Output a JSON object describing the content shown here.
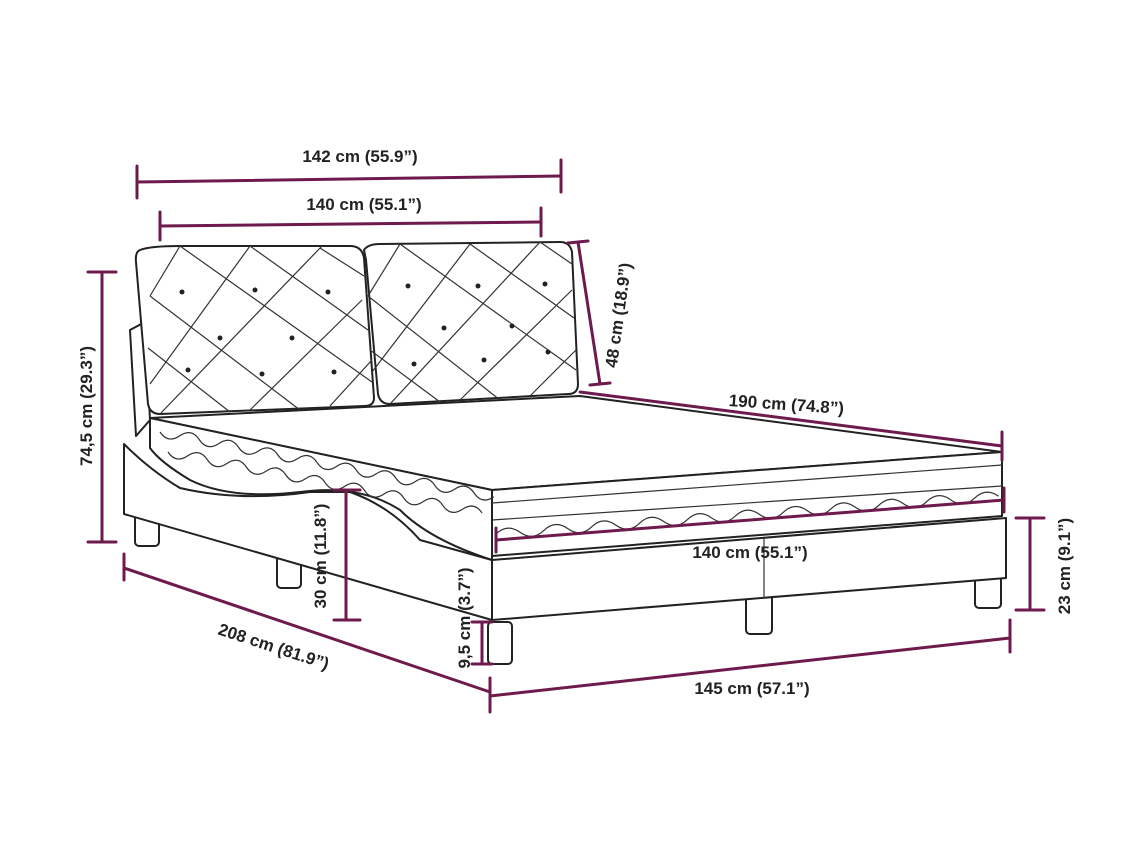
{
  "colors": {
    "dimension_line": "#6e1a4d",
    "outline": "#222222",
    "background": "#ffffff"
  },
  "labels": {
    "overall_width": "142 cm (55.9”)",
    "headboard_width": "140 cm (55.1”)",
    "headboard_panel_height": "48 cm (18.9”)",
    "total_height": "74,5 cm (29.3”)",
    "length_mattress": "190 cm (74.8”)",
    "mattress_width": "140 cm (55.1”)",
    "frame_height": "30 cm (11.8”)",
    "leg_height_inner": "9,5 cm (3.7”)",
    "base_height": "23 cm (9.1”)",
    "overall_length": "208 cm (81.9”)",
    "overall_base_width": "145 cm (57.1”)"
  }
}
